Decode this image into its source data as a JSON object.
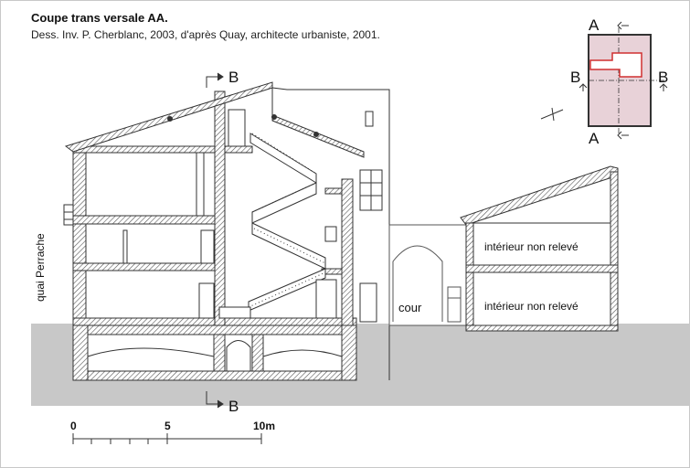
{
  "header": {
    "title": "Coupe trans versale AA.",
    "subtitle": "Dess. Inv. P. Cherblanc, 2003, d'après Quay, architecte urbaniste, 2001."
  },
  "section_markers": {
    "top": "B",
    "bottom": "B"
  },
  "keyplan": {
    "top": "A",
    "bottom": "A",
    "left": "B",
    "right": "B"
  },
  "labels": {
    "street": "quai Perrache",
    "courtyard": "cour",
    "interior_upper": "intérieur non relevé",
    "interior_lower": "intérieur non relevé"
  },
  "scale_bar": {
    "ticks": [
      "0",
      "5",
      "10m"
    ]
  },
  "colors": {
    "ground": "#c8c8c8",
    "plan_fill": "#e8d2d8",
    "plan_highlight": "#d03030",
    "hatch": "#555555"
  }
}
